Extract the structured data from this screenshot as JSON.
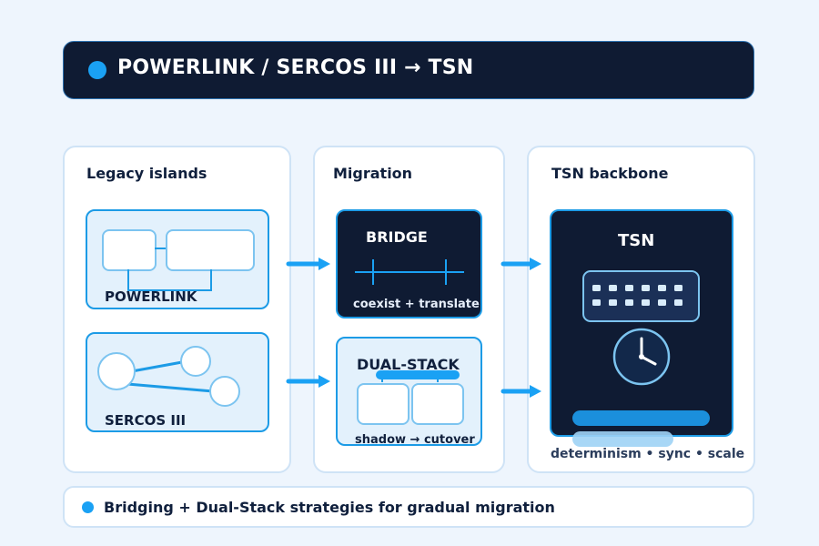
{
  "header": {
    "title": "POWERLINK / SERCOS III → TSN"
  },
  "columns": {
    "legacy": {
      "title": "Legacy islands",
      "cards": [
        {
          "label": "POWERLINK"
        },
        {
          "label": "SERCOS III"
        }
      ]
    },
    "migration": {
      "title": "Migration",
      "bridge": {
        "label": "BRIDGE",
        "caption": "coexist + translate"
      },
      "dual_stack": {
        "label": "DUAL-STACK",
        "caption": "shadow → cutover"
      }
    },
    "backbone": {
      "title": "TSN backbone",
      "tsn": {
        "label": "TSN"
      },
      "caption": "determinism • sync • scale"
    }
  },
  "footer": {
    "text": "Bridging + Dual-Stack strategies for gradual migration"
  },
  "colors": {
    "accent": "#1aa1f4",
    "dark": "#0f1b33",
    "card_light": "#e3f1fc"
  }
}
